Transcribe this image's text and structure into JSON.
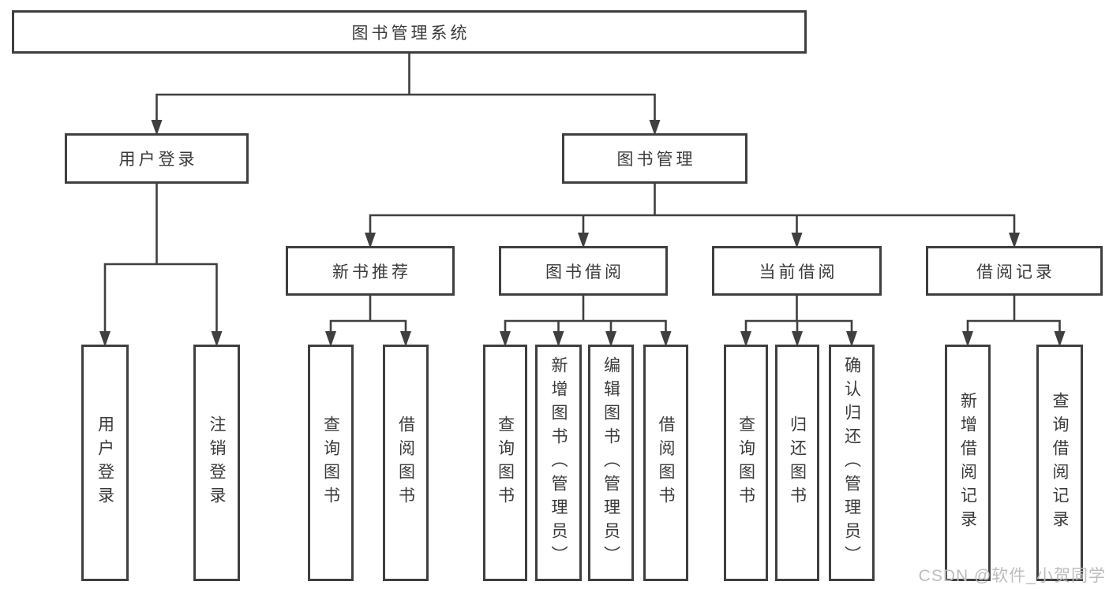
{
  "diagram": {
    "title": "图书管理系统",
    "nodes": [
      {
        "id": "system",
        "label": "图书管理系统",
        "parent": null,
        "dir": "h"
      },
      {
        "id": "user-login-branch",
        "label": "用户登录",
        "parent": "system",
        "dir": "h"
      },
      {
        "id": "book-mgmt",
        "label": "图书管理",
        "parent": "system",
        "dir": "h"
      },
      {
        "id": "new-book-rec",
        "label": "新书推荐",
        "parent": "book-mgmt",
        "dir": "h"
      },
      {
        "id": "book-borrow",
        "label": "图书借阅",
        "parent": "book-mgmt",
        "dir": "h"
      },
      {
        "id": "current-borrow",
        "label": "当前借阅",
        "parent": "book-mgmt",
        "dir": "h"
      },
      {
        "id": "borrow-records",
        "label": "借阅记录",
        "parent": "book-mgmt",
        "dir": "h"
      },
      {
        "id": "leaf-user-login",
        "label": "用户登录",
        "parent": "user-login-branch",
        "dir": "v"
      },
      {
        "id": "leaf-logout",
        "label": "注销登录",
        "parent": "user-login-branch",
        "dir": "v"
      },
      {
        "id": "leaf-query-book-rec",
        "label": "查询图书",
        "parent": "new-book-rec",
        "dir": "v"
      },
      {
        "id": "leaf-borrow-book-rec",
        "label": "借阅图书",
        "parent": "new-book-rec",
        "dir": "v"
      },
      {
        "id": "leaf-query-book-borrow",
        "label": "查询图书",
        "parent": "book-borrow",
        "dir": "v"
      },
      {
        "id": "leaf-add-book",
        "label": "新增图书（管理员）",
        "parent": "book-borrow",
        "dir": "v"
      },
      {
        "id": "leaf-edit-book",
        "label": "编辑图书（管理员）",
        "parent": "book-borrow",
        "dir": "v"
      },
      {
        "id": "leaf-borrow-book",
        "label": "借阅图书",
        "parent": "book-borrow",
        "dir": "v"
      },
      {
        "id": "leaf-query-book-current",
        "label": "查询图书",
        "parent": "current-borrow",
        "dir": "v"
      },
      {
        "id": "leaf-return-book",
        "label": "归还图书",
        "parent": "current-borrow",
        "dir": "v"
      },
      {
        "id": "leaf-confirm-return",
        "label": "确认归还（管理员）",
        "parent": "current-borrow",
        "dir": "v"
      },
      {
        "id": "leaf-add-borrow-record",
        "label": "新增借阅记录",
        "parent": "borrow-records",
        "dir": "v"
      },
      {
        "id": "leaf-query-borrow-record",
        "label": "查询借阅记录",
        "parent": "borrow-records",
        "dir": "v"
      }
    ]
  },
  "watermark": "CSDN @软件_小贺同学",
  "colors": {
    "box_border": "#3f3f3f",
    "line": "#3f3f3f",
    "text": "#3a3a3a",
    "watermark": "#bdbdbd",
    "background": "#ffffff"
  }
}
